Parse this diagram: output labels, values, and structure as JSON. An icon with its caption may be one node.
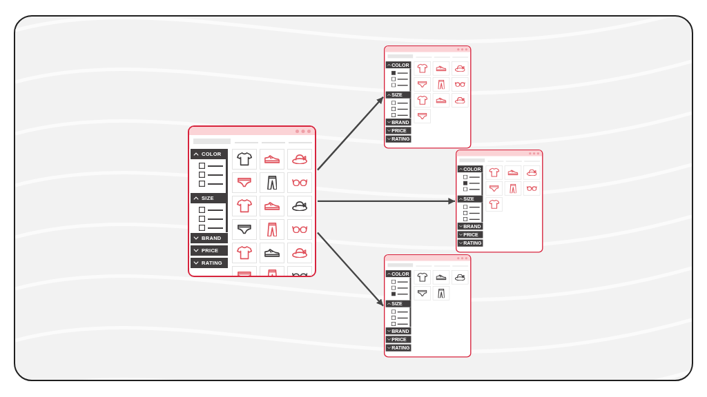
{
  "diagram": {
    "nodes": [
      {
        "text": [],
        "shape": "box"
      },
      {
        "text": [
          "COLOR"
        ],
        "in": 0
      },
      {
        "text": [
          "SIZE"
        ],
        "in": 0
      },
      {
        "text": [
          "BRAND"
        ],
        "in": 0
      },
      {
        "text": [
          "PRICE"
        ],
        "in": 0
      },
      {
        "text": [
          "RATING"
        ],
        "in": 0
      },
      {
        "text": [],
        "shape": "box"
      },
      {
        "text": [
          "COLOR"
        ],
        "in": 6
      },
      {
        "text": [
          "SIZE"
        ],
        "in": 6
      },
      {
        "text": [
          "BRAND"
        ],
        "in": 6
      },
      {
        "text": [
          "PRICE"
        ],
        "in": 6
      },
      {
        "text": [
          "RATING"
        ],
        "in": 6
      },
      {
        "text": [],
        "shape": "box"
      },
      {
        "text": [
          "COLOR"
        ],
        "in": 12
      },
      {
        "text": [
          "SIZE"
        ],
        "in": 12
      },
      {
        "text": [
          "BRAND"
        ],
        "in": 12
      },
      {
        "text": [
          "PRICE"
        ],
        "in": 12
      },
      {
        "text": [
          "RATING"
        ],
        "in": 12
      },
      {
        "text": [],
        "shape": "box"
      },
      {
        "text": [
          "COLOR"
        ],
        "in": 18
      },
      {
        "text": [
          "SIZE"
        ],
        "in": 18
      },
      {
        "text": [
          "BRAND"
        ],
        "in": 18
      },
      {
        "text": [
          "PRICE"
        ],
        "in": 18
      },
      {
        "text": [
          "RATING"
        ],
        "in": 18
      }
    ],
    "edges": [
      {
        "from": 0,
        "to": 6,
        "arrow": "to"
      },
      {
        "from": 0,
        "to": 12,
        "arrow": "to"
      },
      {
        "from": 0,
        "to": 18,
        "arrow": "to"
      }
    ]
  }
}
